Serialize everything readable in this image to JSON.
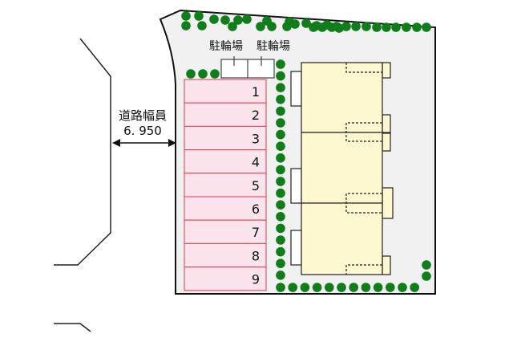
{
  "road": {
    "label": "道路幅員",
    "width_value": "6. 950"
  },
  "bicycle_parking": {
    "labels": [
      "駐輪場",
      "駐輪場"
    ]
  },
  "parking": {
    "spaces": [
      "1",
      "2",
      "3",
      "4",
      "5",
      "6",
      "7",
      "8",
      "9"
    ]
  },
  "colors": {
    "lot": "#f1f1f1",
    "parking_fill": "#fce4ec",
    "parking_stroke": "#e53950",
    "building": "#fdf8cf",
    "tree": "#0f7d1a"
  }
}
